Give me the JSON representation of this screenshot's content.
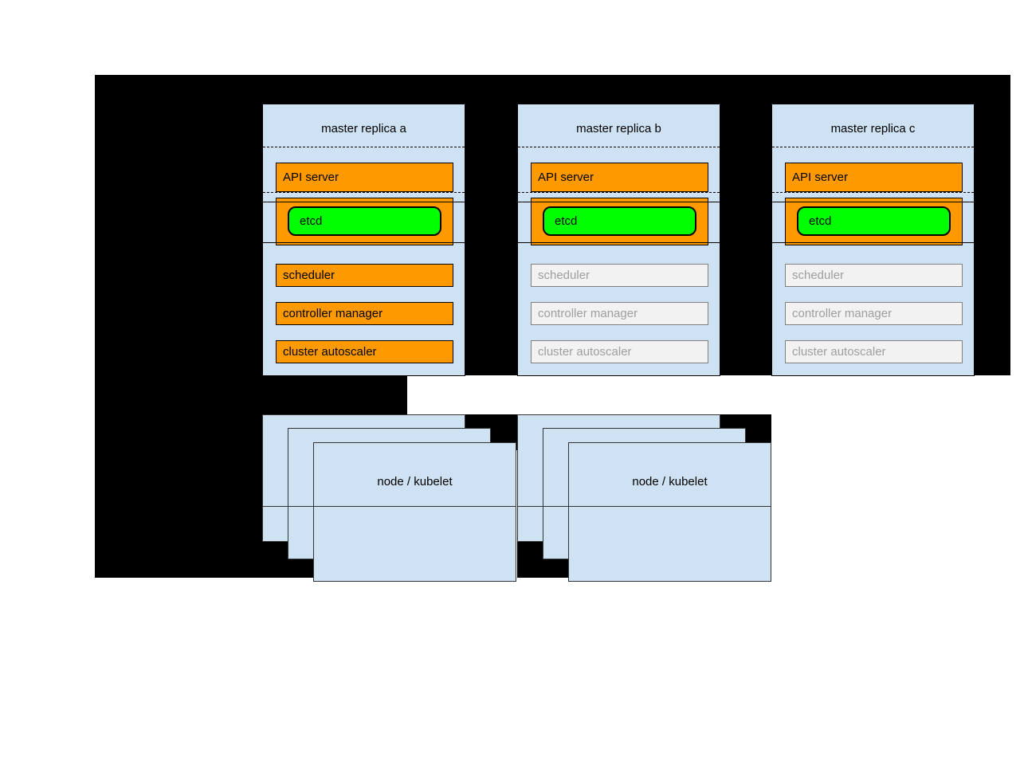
{
  "diagram": {
    "masters": [
      {
        "title": "master replica a",
        "api_server": "API server",
        "etcd": "etcd",
        "components": [
          {
            "label": "scheduler",
            "active": true
          },
          {
            "label": "controller manager",
            "active": true
          },
          {
            "label": "cluster autoscaler",
            "active": true
          }
        ]
      },
      {
        "title": "master replica b",
        "api_server": "API server",
        "etcd": "etcd",
        "components": [
          {
            "label": "scheduler",
            "active": false
          },
          {
            "label": "controller manager",
            "active": false
          },
          {
            "label": "cluster autoscaler",
            "active": false
          }
        ]
      },
      {
        "title": "master replica c",
        "api_server": "API server",
        "etcd": "etcd",
        "components": [
          {
            "label": "scheduler",
            "active": false
          },
          {
            "label": "controller manager",
            "active": false
          },
          {
            "label": "cluster autoscaler",
            "active": false
          }
        ]
      }
    ],
    "node_groups": [
      {
        "label": "node / kubelet"
      },
      {
        "label": "node / kubelet"
      }
    ],
    "colors": {
      "background": "#000000",
      "panel_blue": "#cfe2f3",
      "active_orange": "#ff9900",
      "etcd_green": "#00ff00",
      "inactive_bg": "#f2f2f2",
      "inactive_text": "#9e9e9e"
    }
  }
}
